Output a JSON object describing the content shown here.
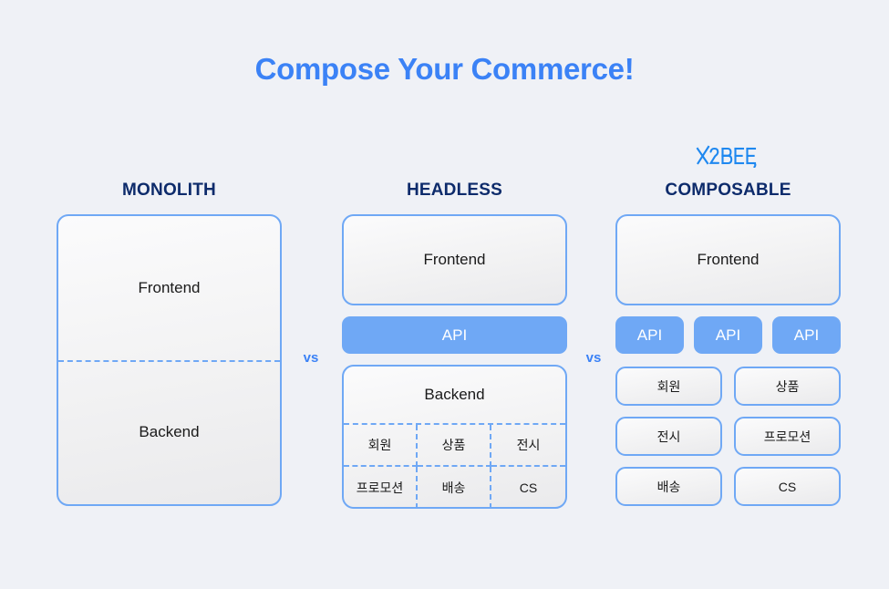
{
  "page": {
    "title": "Compose Your Commerce!",
    "background_color": "#eff1f6",
    "title_color": "#3b82f6",
    "header_color": "#0d2b6b",
    "accent_blue": "#6fa8f5"
  },
  "separators": {
    "vs_1": "vs",
    "vs_2": "vs"
  },
  "columns": {
    "monolith": {
      "header": "MONOLITH",
      "frontend": "Frontend",
      "backend": "Backend"
    },
    "headless": {
      "header": "HEADLESS",
      "frontend": "Frontend",
      "api": "API",
      "backend": "Backend",
      "services": [
        "회원",
        "상품",
        "전시",
        "프로모션",
        "배송",
        "CS"
      ]
    },
    "composable": {
      "logo_text": "X2BEE",
      "header": "COMPOSABLE",
      "frontend": "Frontend",
      "apis": [
        "API",
        "API",
        "API"
      ],
      "services": [
        "회원",
        "상품",
        "전시",
        "프로모션",
        "배송",
        "CS"
      ]
    }
  }
}
